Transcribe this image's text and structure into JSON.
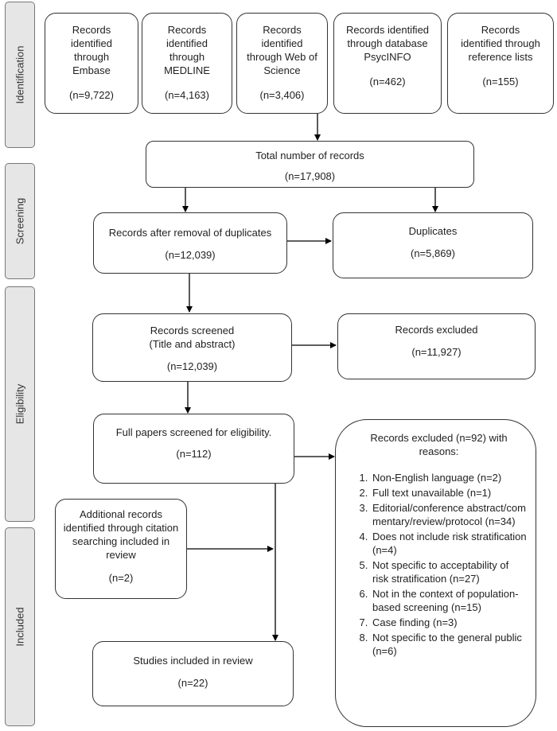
{
  "stages": [
    {
      "label": "Identification"
    },
    {
      "label": "Screening"
    },
    {
      "label": "Eligibility"
    },
    {
      "label": "Included"
    }
  ],
  "sources": [
    {
      "title": "Records identified through Embase",
      "count": "(n=9,722)"
    },
    {
      "title": "Records identified through MEDLINE",
      "count": "(n=4,163)"
    },
    {
      "title": "Records identified through Web of Science",
      "count": "(n=3,406)"
    },
    {
      "title": "Records identified through database PsycINFO",
      "count": "(n=462)"
    },
    {
      "title": "Records identified through reference lists",
      "count": "(n=155)"
    }
  ],
  "total": {
    "title": "Total number of records",
    "count": "(n=17,908)"
  },
  "after_duplicates": {
    "title": "Records after removal of duplicates",
    "count": "(n=12,039)"
  },
  "duplicates": {
    "title": "Duplicates",
    "count": "(n=5,869)"
  },
  "screened": {
    "title": "Records screened",
    "subtitle": "(Title and abstract)",
    "count": "(n=12,039)"
  },
  "excluded_screen": {
    "title": "Records excluded",
    "count": "(n=11,927)"
  },
  "full_papers": {
    "title": "Full papers screened for eligibility.",
    "count": "(n=112)"
  },
  "additional": {
    "title": "Additional records identified through citation searching included in review",
    "count": "(n=2)"
  },
  "included": {
    "title": "Studies included in review",
    "count": "(n=22)"
  },
  "excluded_full": {
    "title": "Records excluded (n=92) with reasons:",
    "reasons": [
      "Non-English language (n=2)",
      "Full text unavailable (n=1)",
      "Editorial/conference abstract/commentary/review/protocol (n=34)",
      "Does not include risk stratification (n=4)",
      "Not specific to acceptability of risk stratification (n=27)",
      "Not in the context of population-based screening (n=15)",
      "Case finding (n=3)",
      "Not specific to the general public (n=6)"
    ]
  }
}
